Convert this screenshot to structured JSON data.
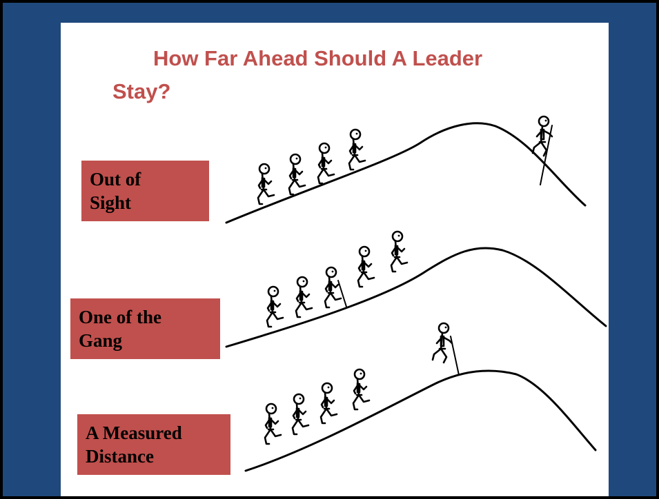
{
  "slide": {
    "title_line1": "How Far Ahead Should A Leader",
    "title_line2": "Stay?",
    "colors": {
      "background": "#1f497d",
      "panel": "#ffffff",
      "accent": "#c0504d",
      "frame": "#000000"
    }
  },
  "scenes": [
    {
      "label_line1": "Out of",
      "label_line2": "Sight"
    },
    {
      "label_line1": "One of the",
      "label_line2": "Gang"
    },
    {
      "label_line1": "A Measured",
      "label_line2": "Distance"
    }
  ],
  "illustration": {
    "icons": [
      "hill-line",
      "walker-icon",
      "leader-with-staff-icon"
    ]
  }
}
